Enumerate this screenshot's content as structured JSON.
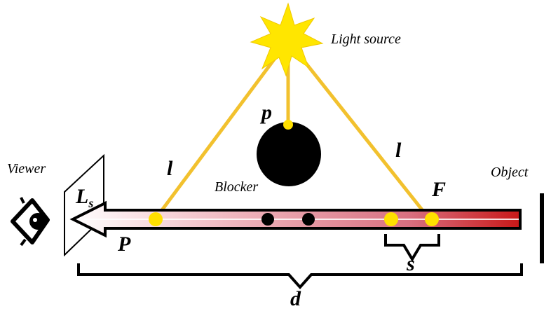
{
  "labels": {
    "light_source": "Light source",
    "viewer": "Viewer",
    "blocker": "Blocker",
    "object": "Object",
    "p_lower": "p",
    "l_left": "l",
    "l_right": "l",
    "L": "L",
    "L_sub": "s",
    "P": "P",
    "F": "F",
    "s": "s",
    "d": "d"
  },
  "colors": {
    "light_rays": "#f2c12e",
    "light_source": "#ffe600",
    "yellow_dot": "#ffe000",
    "ray_start": "#ffffff",
    "ray_end": "#d42020",
    "blocker": "#000000"
  }
}
